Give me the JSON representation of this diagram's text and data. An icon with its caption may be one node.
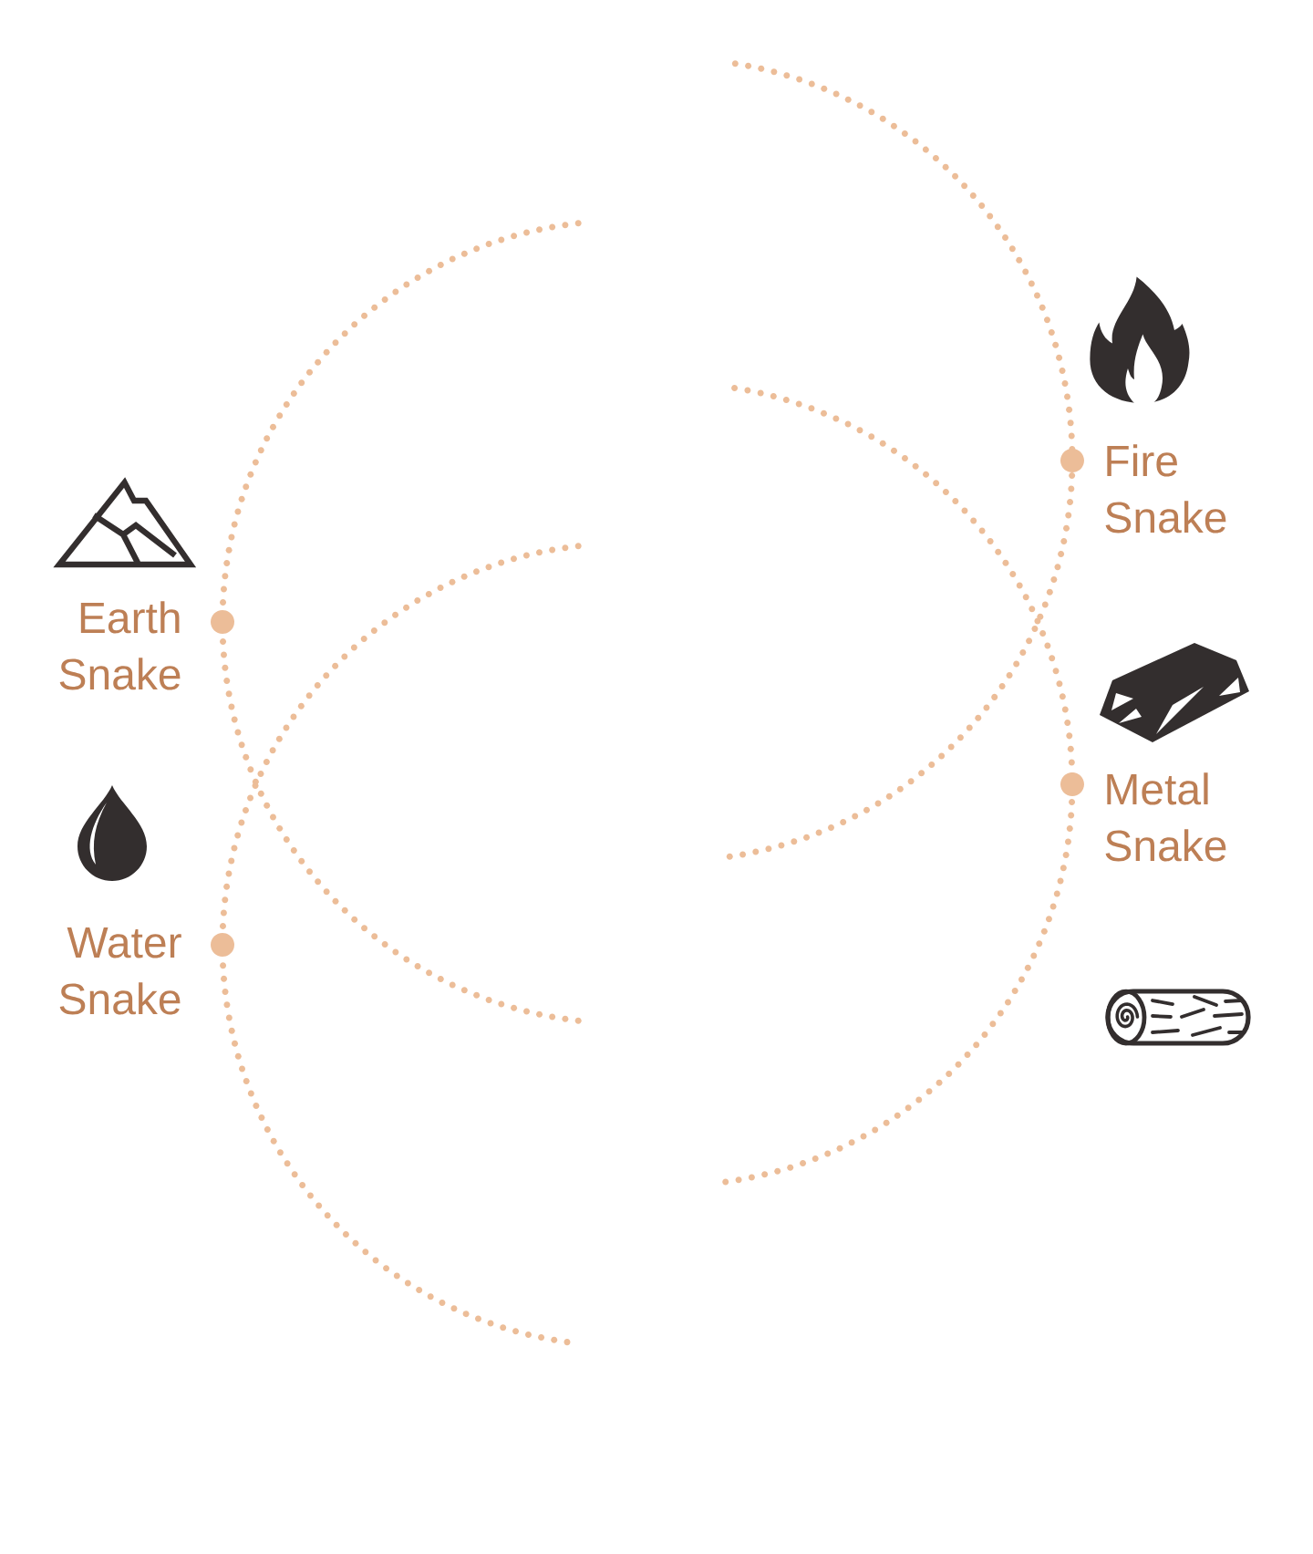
{
  "diagram": {
    "labels": [
      "Fire Snake",
      "Earth Snake",
      "Metal Snake",
      "Water Snake"
    ]
  }
}
